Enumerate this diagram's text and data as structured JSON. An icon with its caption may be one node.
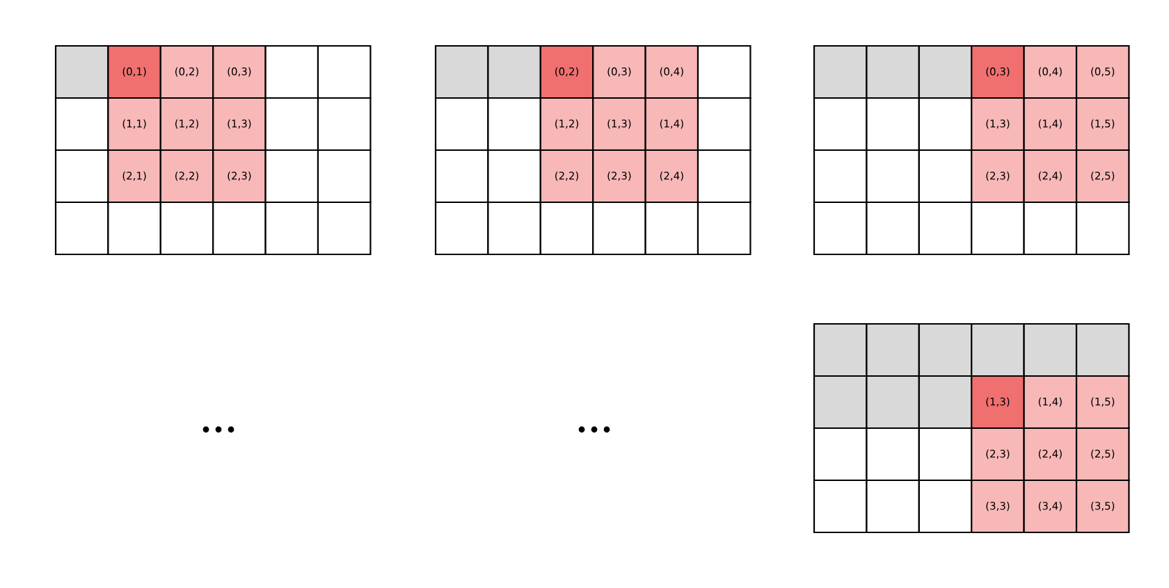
{
  "diagram": {
    "labels": [
      "(0,1)",
      "(0,2)",
      "(0,3)",
      "(1,1)",
      "(1,2)",
      "(1,3)",
      "(2,1)",
      "(2,2)",
      "(2,3)",
      "(0,2)",
      "(0,3)",
      "(0,4)",
      "(1,2)",
      "(1,3)",
      "(1,4)",
      "(2,2)",
      "(2,3)",
      "(2,4)",
      "(0,3)",
      "(0,4)",
      "(0,5)",
      "(1,3)",
      "(1,4)",
      "(1,5)",
      "(2,3)",
      "(2,4)",
      "(2,5)",
      "(1,3)",
      "(1,4)",
      "(1,5)",
      "(2,3)",
      "(2,4)",
      "(2,5)",
      "(3,3)",
      "(3,4)",
      "(3,5)"
    ]
  }
}
